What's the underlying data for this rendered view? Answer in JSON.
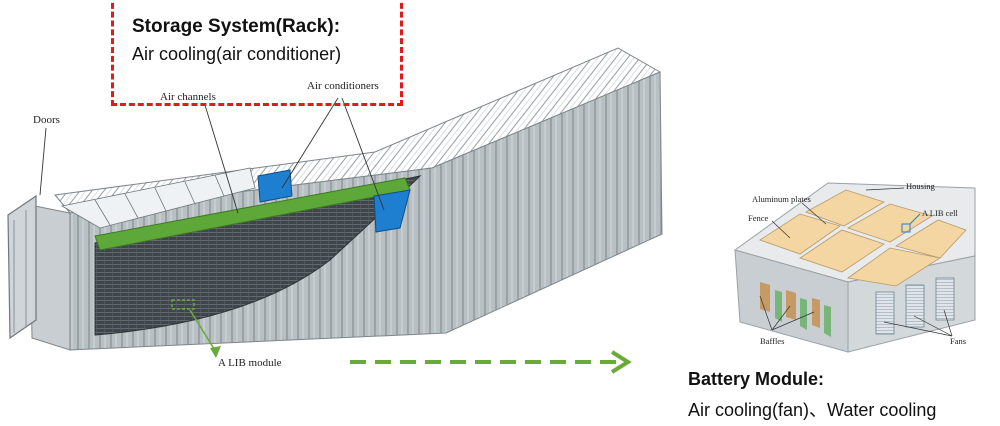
{
  "rack": {
    "title": "Storage System(Rack):",
    "subtitle": "Air cooling(air conditioner)"
  },
  "container_labels": {
    "doors": "Doors",
    "air_channels": "Air channels",
    "air_conditioners": "Air conditioners",
    "lib_module": "A LIB module"
  },
  "module_labels": {
    "aluminum_plates": "Aluminum plates",
    "housing": "Housing",
    "fence": "Fence",
    "lib_cell": "A LIB cell",
    "baffles": "Baffles",
    "fans": "Fans"
  },
  "battery_module": {
    "title": "Battery Module:",
    "subtitle": "Air cooling(fan)、Water cooling"
  },
  "colors": {
    "callout_border": "#e11a1a",
    "arrow_green": "#6aaa3a",
    "channel_green": "#5ea83a",
    "ac_blue": "#1e7fd0",
    "container_gray": "#9aa3a8",
    "plate_tan": "#f4d6a2"
  }
}
